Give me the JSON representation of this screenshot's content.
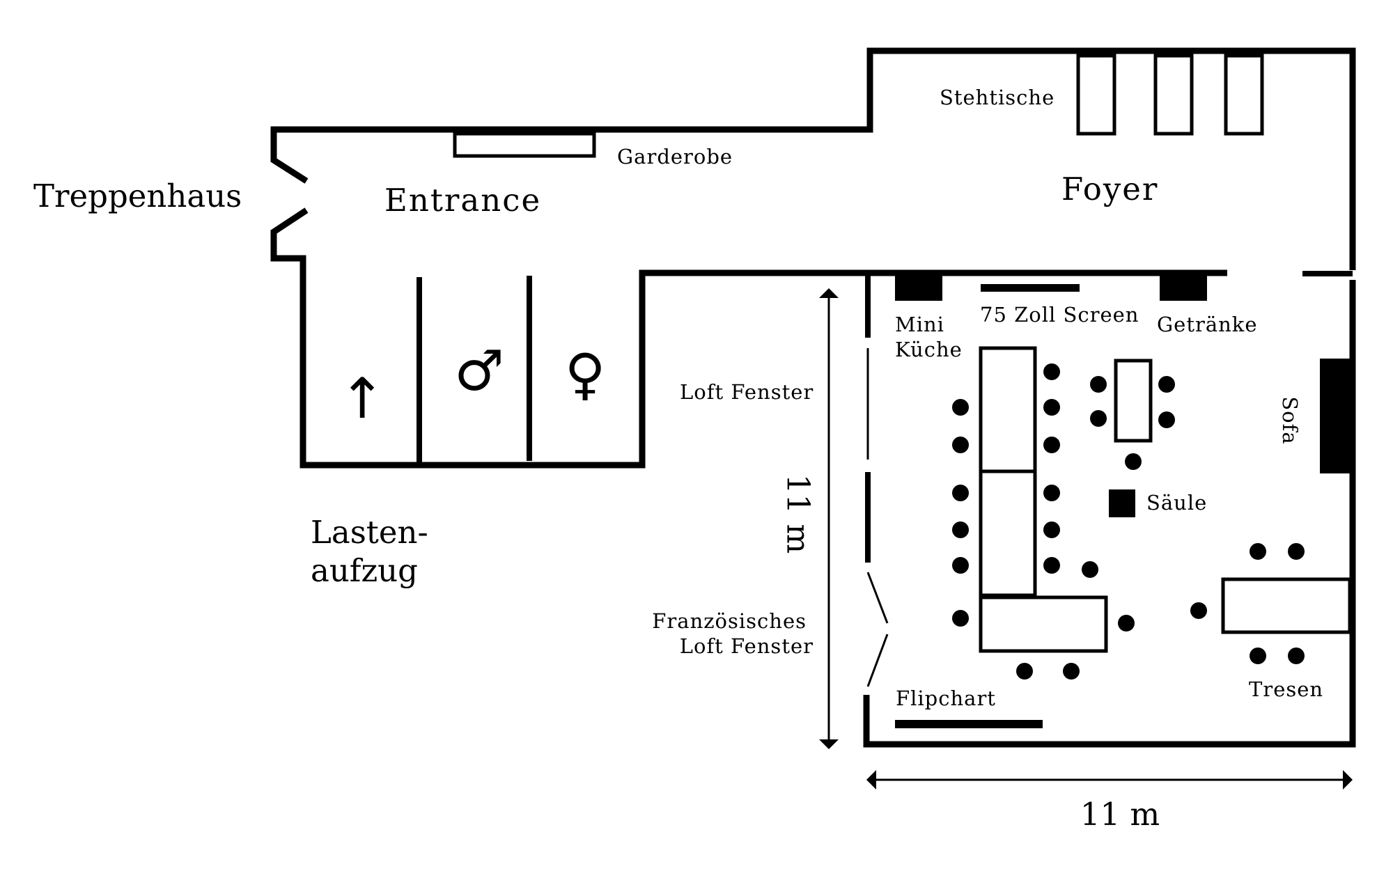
{
  "labels": {
    "treppenhaus": "Treppenhaus",
    "entrance": "Entrance",
    "garderobe": "Garderobe",
    "foyer": "Foyer",
    "stehtische": "Stehtische",
    "lastenaufzug_line1": "Lasten-",
    "lastenaufzug_line2": "aufzug",
    "loft_fenster": "Loft Fenster",
    "franzoesisches_line1": "Französisches",
    "franzoesisches_line2": "Loft Fenster",
    "mini_kueche_line1": "Mini",
    "mini_kueche_line2": "Küche",
    "screen": "75 Zoll Screen",
    "getraenke": "Getränke",
    "sofa": "Sofa",
    "saeule": "Säule",
    "tresen": "Tresen",
    "flipchart": "Flipchart"
  },
  "dimensions": {
    "vertical": "11 m",
    "horizontal": "11 m"
  },
  "symbols": {
    "elevator": "↑",
    "male": "♂",
    "female": "♀"
  },
  "icons": {
    "elevator": "up-arrow-icon",
    "male": "male-symbol-icon",
    "female": "female-symbol-icon"
  }
}
